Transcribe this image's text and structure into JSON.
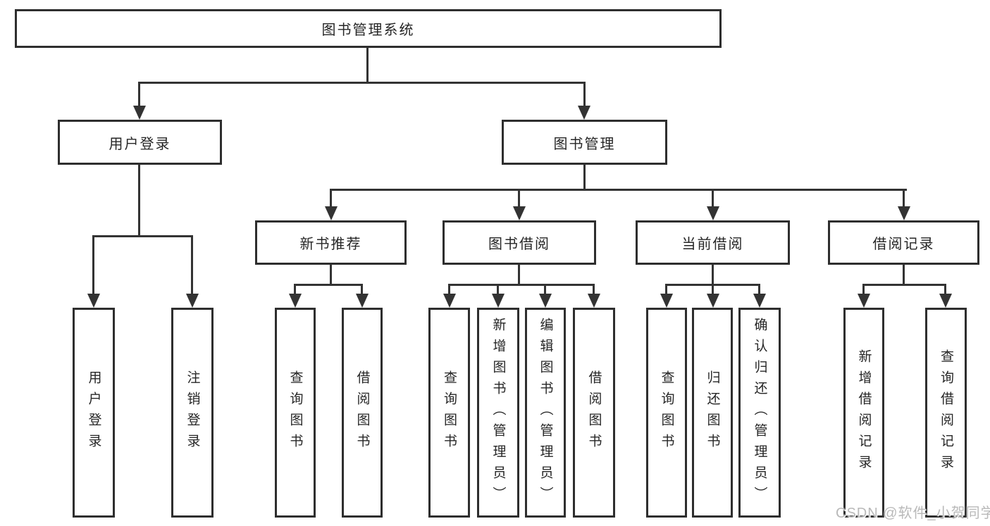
{
  "colors": {
    "background": "#ffffff",
    "line": "#333333",
    "box_border": "#2e2e2e",
    "text": "#262626",
    "watermark_text": "#b9b9b9"
  },
  "diagram": {
    "root": {
      "label": "图书管理系统"
    },
    "branches": [
      {
        "label": "用户登录",
        "children": [
          {
            "label": "用户登录"
          },
          {
            "label": "注销登录"
          }
        ]
      },
      {
        "label": "图书管理",
        "children": [
          {
            "label": "新书推荐",
            "children": [
              {
                "label": "查询图书"
              },
              {
                "label": "借阅图书"
              }
            ]
          },
          {
            "label": "图书借阅",
            "children": [
              {
                "label": "查询图书"
              },
              {
                "label": "新增图书（管理员）"
              },
              {
                "label": "编辑图书（管理员）"
              },
              {
                "label": "借阅图书"
              }
            ]
          },
          {
            "label": "当前借阅",
            "children": [
              {
                "label": "查询图书"
              },
              {
                "label": "归还图书"
              },
              {
                "label": "确认归还（管理员）"
              }
            ]
          },
          {
            "label": "借阅记录",
            "children": [
              {
                "label": "新增借阅记录"
              },
              {
                "label": "查询借阅记录"
              }
            ]
          }
        ]
      }
    ],
    "watermark": "CSDN @软件_小贺同学"
  }
}
